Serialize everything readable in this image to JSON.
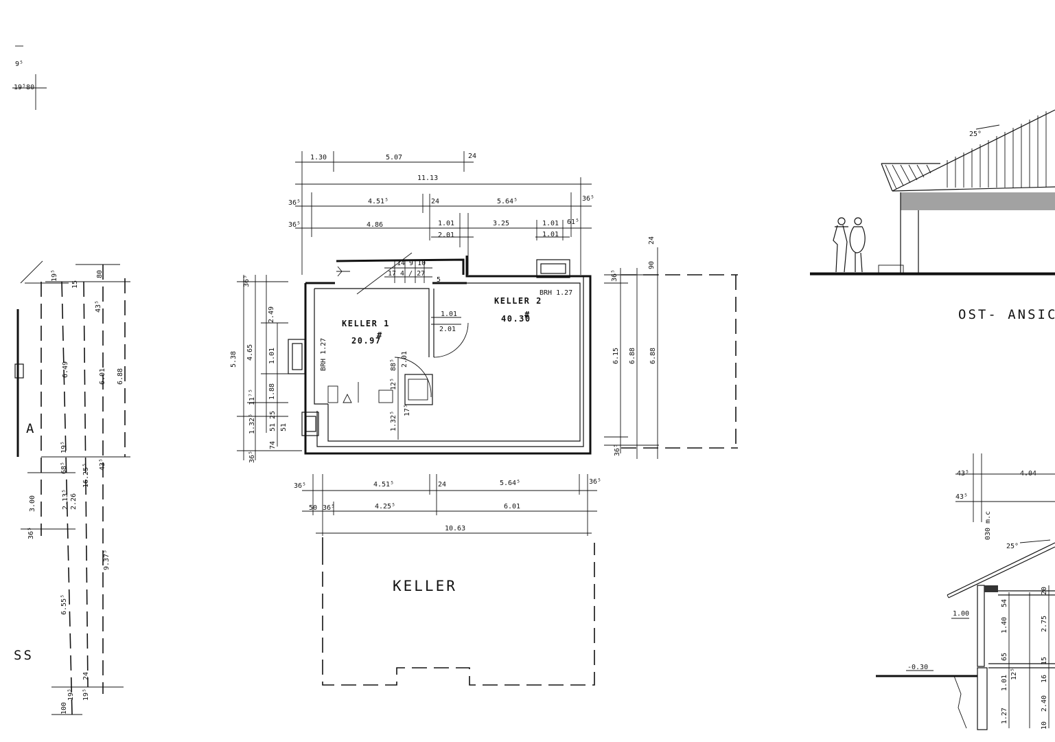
{
  "rooms": {
    "keller1_name": "KELLER 1",
    "keller1_area": "20.97",
    "keller2_name": "KELLER 2",
    "keller2_area": "40.30",
    "keller_main": "KELLER",
    "area_mark": "#"
  },
  "labels": {
    "brh_top": "BRH 1.27",
    "brh_left": "BRH 1.27",
    "east_view": "OST- ANSICH",
    "angle_top": "25°",
    "angle_bottom": "25°",
    "left_a": "A",
    "left_gs": "SS",
    "level_minus": "-0.30",
    "left_top_small": "9⁵",
    "left_top_small2": "19⁵80"
  },
  "dims_top": {
    "d130": "1.30",
    "d507": "5.07",
    "d24a": "24",
    "d1113": "11.13",
    "d365a": "36⁵",
    "d4515a": "4.51⁵",
    "d24b": "24",
    "d5645a": "5.64⁵",
    "d365b": "36⁵",
    "d365c": "36⁵",
    "d486": "4.86",
    "d101a": "1.01",
    "d325": "3.25",
    "d101b": "1.01",
    "d615a": "61⁵",
    "d201a": "2.01",
    "d101c": "1.01",
    "stair": "14 9 10",
    "stair2": "17 4 / 27"
  },
  "dims_inner": {
    "d5": "5",
    "d101": "1.01",
    "d201": "2.01",
    "d201v": "2.01",
    "d88": "88⁵",
    "d12": "12⁵",
    "d132": "1.32⁵",
    "d175": "17⁵"
  },
  "dims_left": {
    "d365": "36⁵",
    "d249": "2.49",
    "d465": "4.65",
    "d538": "5.38",
    "d101": "1.01",
    "d188": "1.88",
    "d1175": "11⁷⁵",
    "d1325": "1.32⁵",
    "d51a": "51",
    "d25": "25",
    "d51b": "51",
    "d365b": "36⁵",
    "d74": "74"
  },
  "dims_right": {
    "d24": "24",
    "d90": "90",
    "d365": "36⁵",
    "d615": "6.15",
    "d688a": "6.88",
    "d688b": "6.88",
    "d365b": "36⁵"
  },
  "dims_bottom": {
    "d365a": "36⁵",
    "d4515": "4.51⁵",
    "d24": "24",
    "d5645": "5.64⁵",
    "d365b": "36⁵",
    "d50": "50",
    "d365c": "36⁵",
    "d4255": "4.25⁵",
    "d601": "6.01",
    "d1063": "10.63"
  },
  "dims_leftpanel": {
    "d195a": "19⁵",
    "d15": "15",
    "d80": "80",
    "d435a": "43⁵",
    "d649": "6.49",
    "d601": "6.01",
    "d688": "6.88",
    "d195b": "19⁵",
    "d685": "68⁵",
    "d435b": "43⁵",
    "d300": "3.00",
    "d2135": "2.13⁵",
    "d226": "2.26",
    "d1625": "16.25⁵",
    "d365": "36⁵",
    "d937": "9.37⁵",
    "d655": "6.55⁵",
    "d100": "100",
    "d195c": "19⁵",
    "d195d": "19⁵",
    "d24": "24"
  },
  "dims_section": {
    "d435a": "43⁵",
    "d404": "4.04",
    "d435b": "43⁵",
    "d030": "030 m.c",
    "d100": "1.00",
    "d54": "54",
    "d140": "1.40",
    "d275": "2.75",
    "d65": "65",
    "d101": "1.01",
    "d125": "12⁵",
    "d16": "16",
    "d127": "1.27",
    "d240": "2.40",
    "d20": "20",
    "d15": "15",
    "d10": "10"
  }
}
